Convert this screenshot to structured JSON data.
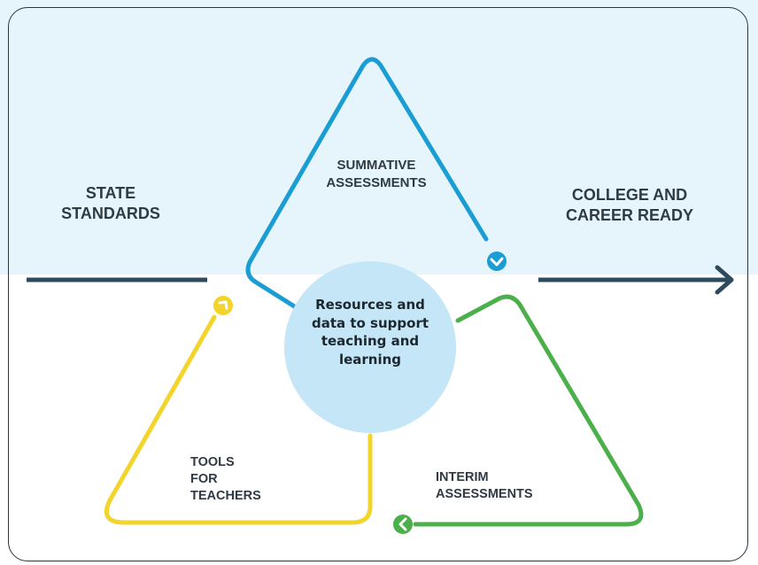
{
  "left_label": "STATE\nSTANDARDS",
  "right_label": "COLLEGE AND\nCAREER READY",
  "center": {
    "text": "Resources and\ndata to support\nteaching and\nlearning"
  },
  "cycle": [
    {
      "label": "SUMMATIVE\nASSESSMENTS",
      "color": "#1a9dd2"
    },
    {
      "label": "INTERIM\nASSESSMENTS",
      "color": "#4bb04a"
    },
    {
      "label": "TOOLS\nFOR\nTEACHERS",
      "color": "#f2d42b"
    }
  ],
  "colors": {
    "text": "#2f3a45",
    "line": "#2e4a5c",
    "center_fill": "#c4e6f6",
    "background_band": "#e6f4fb",
    "frame": "#2b3440"
  }
}
